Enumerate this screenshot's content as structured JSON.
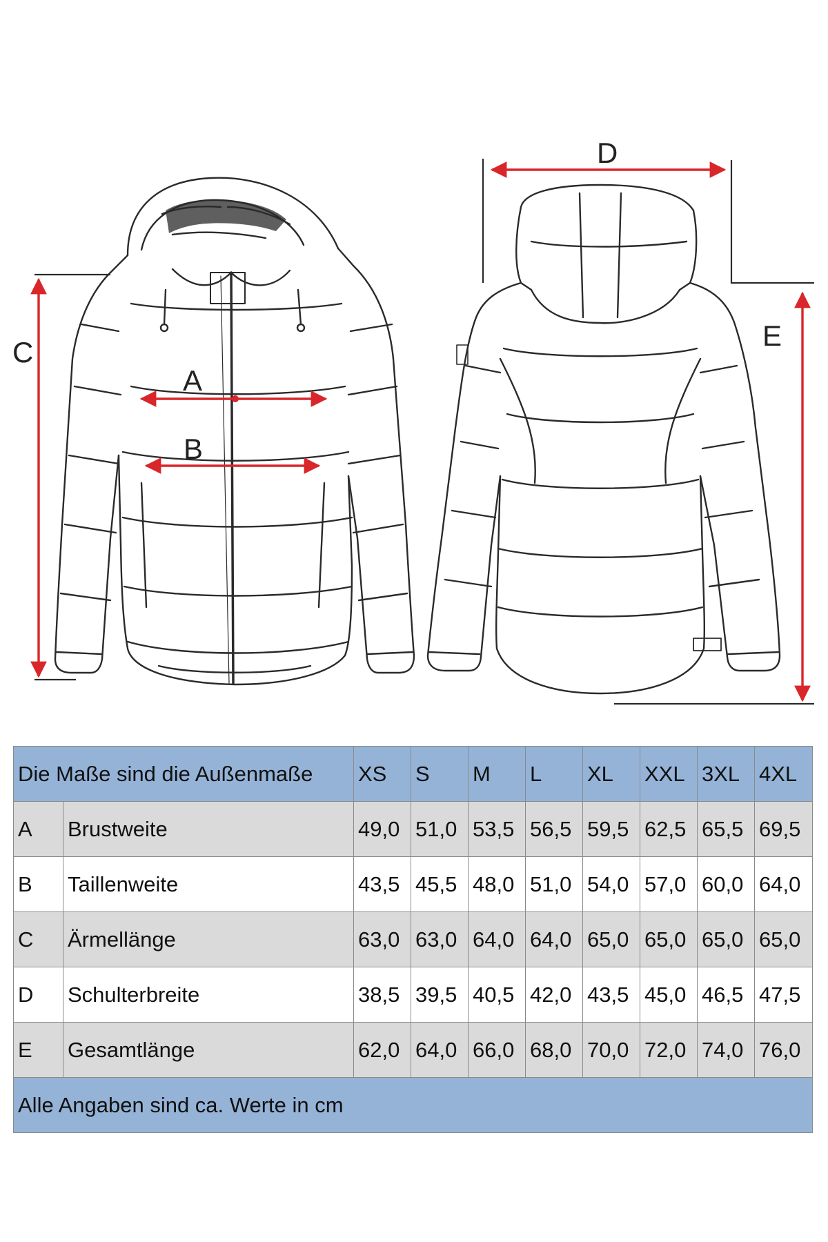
{
  "diagram": {
    "labels": [
      "A",
      "B",
      "C",
      "D",
      "E"
    ],
    "arrow_color": "#d9262b",
    "line_color": "#2a2a2a"
  },
  "table": {
    "header_title": "Die Maße sind die Außenmaße",
    "sizes": [
      "XS",
      "S",
      "M",
      "L",
      "XL",
      "XXL",
      "3XL",
      "4XL"
    ],
    "rows": [
      {
        "code": "A",
        "name": "Brustweite",
        "values": [
          "49,0",
          "51,0",
          "53,5",
          "56,5",
          "59,5",
          "62,5",
          "65,5",
          "69,5"
        ]
      },
      {
        "code": "B",
        "name": "Taillenweite",
        "values": [
          "43,5",
          "45,5",
          "48,0",
          "51,0",
          "54,0",
          "57,0",
          "60,0",
          "64,0"
        ]
      },
      {
        "code": "C",
        "name": "Ärmellänge",
        "values": [
          "63,0",
          "63,0",
          "64,0",
          "64,0",
          "65,0",
          "65,0",
          "65,0",
          "65,0"
        ]
      },
      {
        "code": "D",
        "name": "Schulterbreite",
        "values": [
          "38,5",
          "39,5",
          "40,5",
          "42,0",
          "43,5",
          "45,0",
          "46,5",
          "47,5"
        ]
      },
      {
        "code": "E",
        "name": "Gesamtlänge",
        "values": [
          "62,0",
          "64,0",
          "66,0",
          "68,0",
          "70,0",
          "72,0",
          "74,0",
          "76,0"
        ]
      }
    ],
    "footer": "Alle Angaben sind ca. Werte in cm",
    "header_color": "#95b3d7",
    "shaded_row_color": "#dadada"
  }
}
